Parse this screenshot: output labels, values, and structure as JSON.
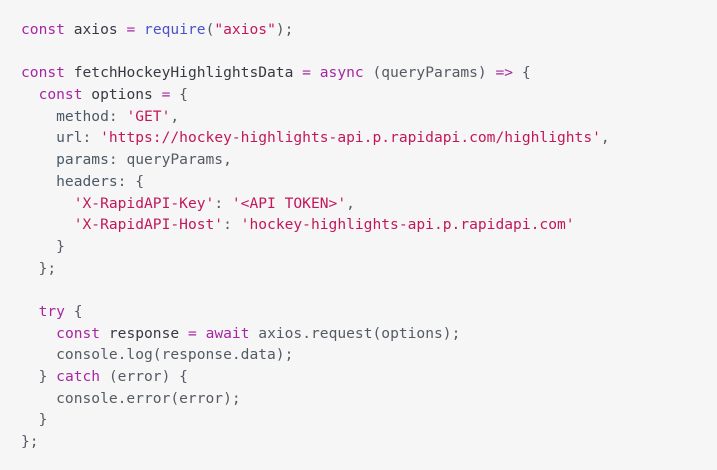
{
  "lines": [
    [
      {
        "t": "const",
        "k": "kw"
      },
      {
        "t": " axios ",
        "k": "var"
      },
      {
        "t": "=",
        "k": "op"
      },
      {
        "t": " ",
        "k": "var"
      },
      {
        "t": "require",
        "k": "fn"
      },
      {
        "t": "(",
        "k": "pun"
      },
      {
        "t": "\"axios\"",
        "k": "str"
      },
      {
        "t": ");",
        "k": "pun"
      }
    ],
    [],
    [
      {
        "t": "const",
        "k": "kw"
      },
      {
        "t": " fetchHockeyHighlightsData ",
        "k": "var"
      },
      {
        "t": "=",
        "k": "op"
      },
      {
        "t": " ",
        "k": "var"
      },
      {
        "t": "async",
        "k": "kw"
      },
      {
        "t": " (queryParams) ",
        "k": "pun"
      },
      {
        "t": "=>",
        "k": "op"
      },
      {
        "t": " {",
        "k": "pun"
      }
    ],
    [
      {
        "t": "  ",
        "k": "var"
      },
      {
        "t": "const",
        "k": "kw"
      },
      {
        "t": " options ",
        "k": "var"
      },
      {
        "t": "=",
        "k": "op"
      },
      {
        "t": " {",
        "k": "pun"
      }
    ],
    [
      {
        "t": "    method",
        "k": "prop"
      },
      {
        "t": ": ",
        "k": "pun"
      },
      {
        "t": "'GET'",
        "k": "str"
      },
      {
        "t": ",",
        "k": "pun"
      }
    ],
    [
      {
        "t": "    url",
        "k": "prop"
      },
      {
        "t": ": ",
        "k": "pun"
      },
      {
        "t": "'https://hockey-highlights-api.p.rapidapi.com/highlights'",
        "k": "str"
      },
      {
        "t": ",",
        "k": "pun"
      }
    ],
    [
      {
        "t": "    params",
        "k": "prop"
      },
      {
        "t": ": queryParams,",
        "k": "pun"
      }
    ],
    [
      {
        "t": "    headers",
        "k": "prop"
      },
      {
        "t": ": {",
        "k": "pun"
      }
    ],
    [
      {
        "t": "      ",
        "k": "var"
      },
      {
        "t": "'X-RapidAPI-Key'",
        "k": "str"
      },
      {
        "t": ": ",
        "k": "pun"
      },
      {
        "t": "'<API TOKEN>'",
        "k": "str"
      },
      {
        "t": ",",
        "k": "pun"
      }
    ],
    [
      {
        "t": "      ",
        "k": "var"
      },
      {
        "t": "'X-RapidAPI-Host'",
        "k": "str"
      },
      {
        "t": ": ",
        "k": "pun"
      },
      {
        "t": "'hockey-highlights-api.p.rapidapi.com'",
        "k": "str"
      }
    ],
    [
      {
        "t": "    }",
        "k": "pun"
      }
    ],
    [
      {
        "t": "  };",
        "k": "pun"
      }
    ],
    [],
    [
      {
        "t": "  ",
        "k": "var"
      },
      {
        "t": "try",
        "k": "kw"
      },
      {
        "t": " {",
        "k": "pun"
      }
    ],
    [
      {
        "t": "    ",
        "k": "var"
      },
      {
        "t": "const",
        "k": "kw"
      },
      {
        "t": " response ",
        "k": "var"
      },
      {
        "t": "=",
        "k": "op"
      },
      {
        "t": " ",
        "k": "var"
      },
      {
        "t": "await",
        "k": "kw"
      },
      {
        "t": " axios.request(options);",
        "k": "pun"
      }
    ],
    [
      {
        "t": "    console.log(response.data);",
        "k": "pun"
      }
    ],
    [
      {
        "t": "  } ",
        "k": "pun"
      },
      {
        "t": "catch",
        "k": "kw"
      },
      {
        "t": " (error) {",
        "k": "pun"
      }
    ],
    [
      {
        "t": "    console.error(error);",
        "k": "pun"
      }
    ],
    [
      {
        "t": "  }",
        "k": "pun"
      }
    ],
    [
      {
        "t": "};",
        "k": "pun"
      }
    ]
  ]
}
